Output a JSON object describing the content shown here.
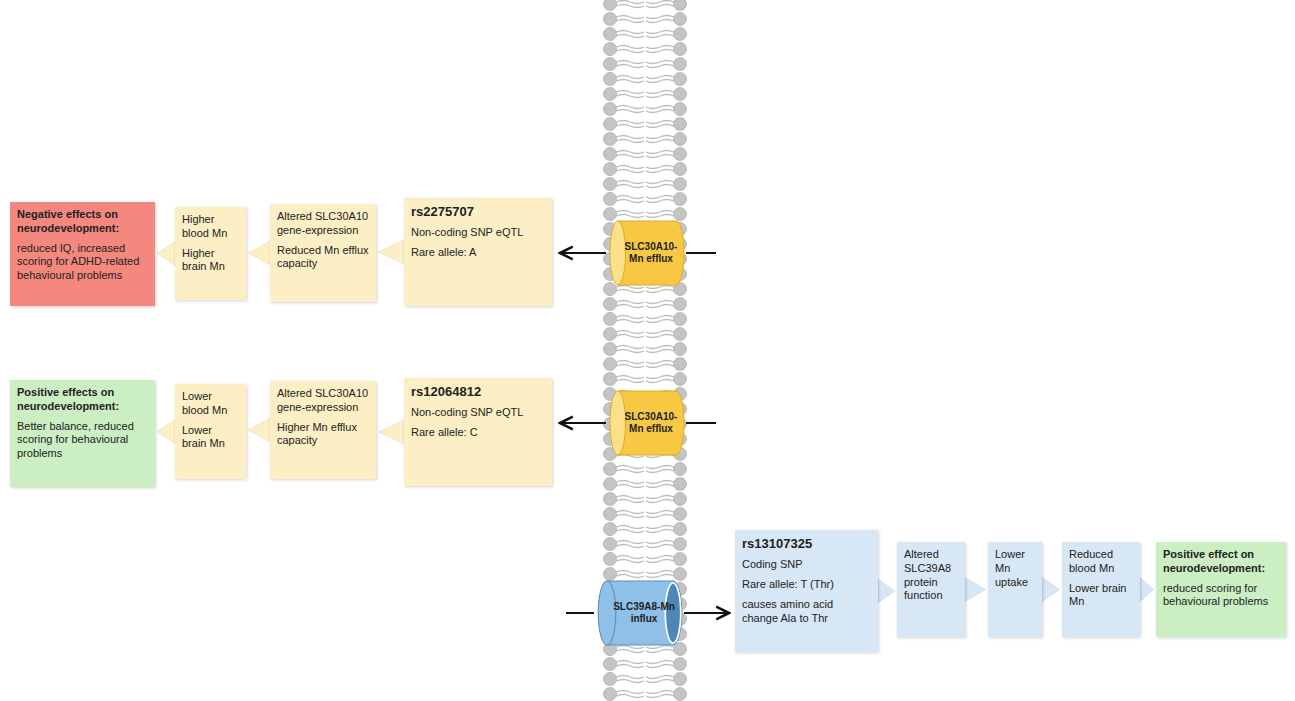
{
  "diagram": {
    "nodes": [
      {
        "text": [
          "Negative effects on neurodevelopment:",
          "reduced IQ, increased scoring for ADHD-related behavioural problems"
        ]
      },
      {
        "text": [
          "Higher blood Mn",
          "Higher brain Mn"
        ]
      },
      {
        "text": [
          "Altered SLC30A10 gene-expression",
          "Reduced Mn efflux capacity"
        ]
      },
      {
        "text": [
          "rs2275707",
          "Non-coding SNP eQTL",
          "Rare allele: A"
        ]
      },
      {
        "text": [
          "SLC30A10-Mn efflux"
        ]
      },
      {
        "text": [
          "Positive effects on neurodevelopment:",
          "Better balance, reduced scoring for behavioural problems"
        ]
      },
      {
        "text": [
          "Lower blood Mn",
          "Lower brain Mn"
        ]
      },
      {
        "text": [
          "Altered SLC30A10 gene-expression",
          "Higher Mn efflux capacity"
        ]
      },
      {
        "text": [
          "rs12064812",
          "Non-coding SNP eQTL",
          "Rare allele: C"
        ]
      },
      {
        "text": [
          "SLC30A10-Mn efflux"
        ]
      },
      {
        "text": [
          "SLC39A8-Mn influx"
        ]
      },
      {
        "text": [
          "rs13107325",
          "Coding SNP",
          "Rare allele: T (Thr)",
          "causes amino acid change Ala to Thr"
        ]
      },
      {
        "text": [
          "Altered SLC39A8 protein function"
        ]
      },
      {
        "text": [
          "Lower Mn uptake"
        ]
      },
      {
        "text": [
          "Reduced blood Mn",
          "Lower brain Mn"
        ]
      },
      {
        "text": [
          "Positive effect on neurodevelopment:",
          "reduced scoring for behavioural problems"
        ]
      }
    ],
    "edges": [
      {
        "from": 3,
        "to": 2,
        "arrow": "to"
      },
      {
        "from": 2,
        "to": 1,
        "arrow": "to"
      },
      {
        "from": 1,
        "to": 0,
        "arrow": "to"
      },
      {
        "from": 8,
        "to": 7,
        "arrow": "to"
      },
      {
        "from": 7,
        "to": 6,
        "arrow": "to"
      },
      {
        "from": 6,
        "to": 5,
        "arrow": "to"
      },
      {
        "from": 11,
        "to": 12,
        "arrow": "to"
      },
      {
        "from": 12,
        "to": 13,
        "arrow": "to"
      },
      {
        "from": 13,
        "to": 14,
        "arrow": "to"
      },
      {
        "from": 14,
        "to": 15,
        "arrow": "to"
      }
    ]
  }
}
